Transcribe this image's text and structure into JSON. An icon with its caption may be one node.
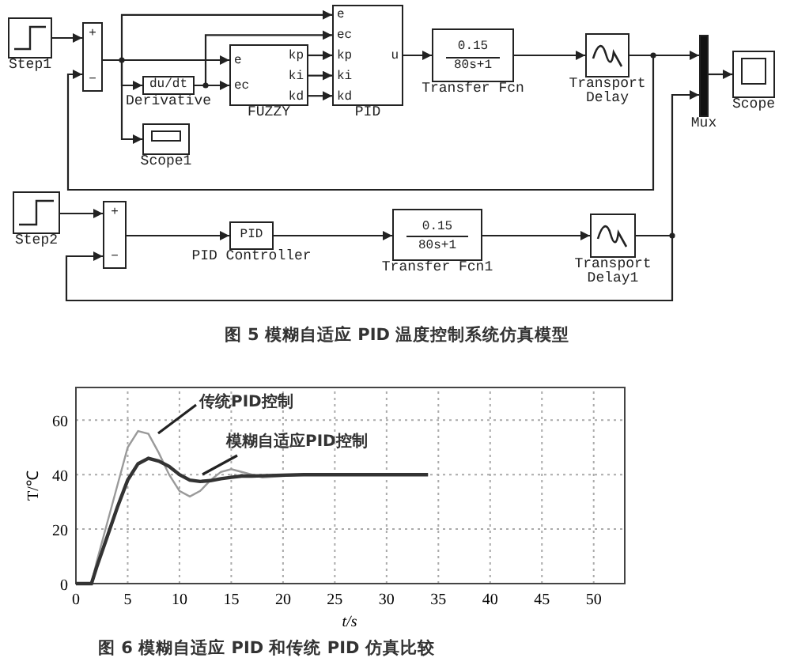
{
  "diagram": {
    "caption": "图 5 模糊自适应 PID 温度控制系统仿真模型",
    "nodes": [
      {
        "text": [
          "Step1"
        ]
      },
      {
        "text": [
          "+",
          "−"
        ]
      },
      {
        "text": [
          "du/dt",
          "Derivative"
        ]
      },
      {
        "text": [
          "Scope1"
        ]
      },
      {
        "text": [
          "e",
          "ec",
          "kp",
          "ki",
          "kd",
          "FUZZY"
        ]
      },
      {
        "text": [
          "e",
          "ec",
          "kp",
          "ki",
          "kd",
          "u",
          "PID"
        ]
      },
      {
        "text": [
          "0.15",
          "80s+1",
          "Transfer Fcn"
        ]
      },
      {
        "text": [
          "Transport Delay"
        ]
      },
      {
        "text": [
          "Mux"
        ]
      },
      {
        "text": [
          "Scope"
        ]
      },
      {
        "text": [
          "Step2"
        ]
      },
      {
        "text": [
          "+",
          "−"
        ]
      },
      {
        "text": [
          "PID",
          "PID Controller"
        ]
      },
      {
        "text": [
          "0.15",
          "80s+1",
          "Transfer Fcn1"
        ]
      },
      {
        "text": [
          "Transport Delay1"
        ]
      }
    ],
    "edges": [
      {
        "from": 0,
        "to": 1,
        "arrow": "to"
      },
      {
        "from": 1,
        "to": 4,
        "arrow": "to"
      },
      {
        "from": 1,
        "to": 5,
        "arrow": "to"
      },
      {
        "from": 1,
        "to": 2,
        "arrow": "to"
      },
      {
        "from": 1,
        "to": 3,
        "arrow": "to"
      },
      {
        "from": 2,
        "to": 4,
        "arrow": "to"
      },
      {
        "from": 2,
        "to": 5,
        "arrow": "to"
      },
      {
        "from": 4,
        "to": 5,
        "arrow": "to"
      },
      {
        "from": 4,
        "to": 5,
        "arrow": "to"
      },
      {
        "from": 4,
        "to": 5,
        "arrow": "to"
      },
      {
        "from": 5,
        "to": 6,
        "arrow": "to"
      },
      {
        "from": 6,
        "to": 7,
        "arrow": "to"
      },
      {
        "from": 7,
        "to": 8,
        "arrow": "to"
      },
      {
        "from": 7,
        "to": 1,
        "arrow": "to"
      },
      {
        "from": 8,
        "to": 9,
        "arrow": "to"
      },
      {
        "from": 10,
        "to": 11,
        "arrow": "to"
      },
      {
        "from": 11,
        "to": 12,
        "arrow": "to"
      },
      {
        "from": 12,
        "to": 13,
        "arrow": "to"
      },
      {
        "from": 13,
        "to": 14,
        "arrow": "to"
      },
      {
        "from": 14,
        "to": 8,
        "arrow": "to"
      },
      {
        "from": 14,
        "to": 11,
        "arrow": "to"
      }
    ],
    "labels": [
      "图 6 模糊自适应 PID 和传统 PID 仿真比较"
    ],
    "chart_data": {
      "type": "line",
      "xlabel": "t/s",
      "ylabel": "T/℃",
      "x": [
        0,
        1,
        1.5,
        2,
        3,
        4,
        5,
        6,
        7,
        8,
        9,
        10,
        11,
        12,
        13,
        14,
        15,
        16,
        17,
        18,
        20,
        22,
        25,
        30,
        34
      ],
      "series": [
        {
          "name": "传统PID控制",
          "color": "#9a9a9a",
          "values": [
            0,
            0,
            0,
            8,
            22,
            36,
            50,
            56,
            55,
            48,
            40,
            34,
            32,
            34,
            38,
            41,
            42,
            41,
            40,
            39,
            39.5,
            40,
            40,
            40,
            40
          ]
        },
        {
          "name": "模糊自适应PID控制",
          "color": "#333333",
          "values": [
            0,
            0,
            0,
            6,
            17,
            28,
            38,
            44,
            46,
            45,
            43,
            40,
            38,
            37.5,
            37.8,
            38.5,
            39,
            39.5,
            39.5,
            39.6,
            39.8,
            40,
            40,
            40,
            40
          ]
        }
      ],
      "xlim": [
        0,
        53
      ],
      "ylim": [
        0,
        72
      ],
      "grid": true,
      "xticks": [
        0,
        5,
        10,
        15,
        20,
        25,
        30,
        35,
        40,
        45,
        50
      ],
      "yticks": [
        0,
        20,
        40,
        60
      ]
    }
  }
}
